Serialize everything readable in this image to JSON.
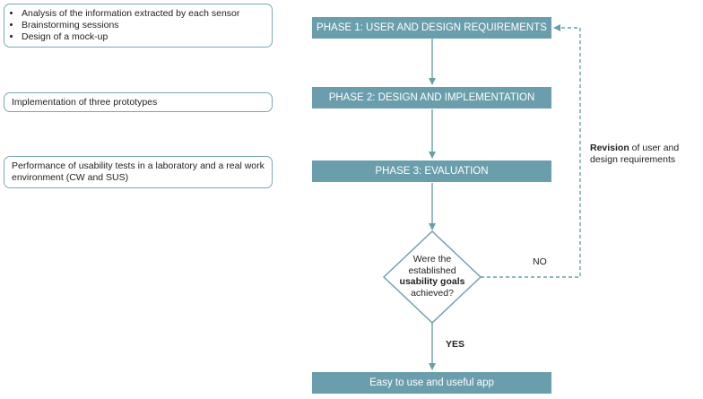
{
  "colors": {
    "accent": "#6b9eac",
    "border": "#7aa8b4",
    "text": "#222222"
  },
  "phases": [
    {
      "id": "phase1",
      "label": "PHASE 1: USER AND DESIGN REQUIREMENTS"
    },
    {
      "id": "phase2",
      "label": "PHASE 2: DESIGN AND IMPLEMENTATION"
    },
    {
      "id": "phase3",
      "label": "PHASE 3: EVALUATION"
    }
  ],
  "notes": {
    "phase1_items": [
      "Analysis of the information extracted by each sensor",
      "Brainstorming sessions",
      "Design of a mock-up"
    ],
    "phase2_text": "Implementation of three prototypes",
    "phase3_text": "Performance of usability tests in a laboratory and a real work environment (CW and SUS)"
  },
  "decision": {
    "line1": "Were the",
    "line2": "established",
    "line3": "usability goals",
    "line4": "achieved?",
    "no_label": "NO",
    "yes_label": "YES"
  },
  "revision": {
    "bold": "Revision",
    "rest": " of user and design requirements"
  },
  "outcome": {
    "label": "Easy to use and useful app"
  }
}
